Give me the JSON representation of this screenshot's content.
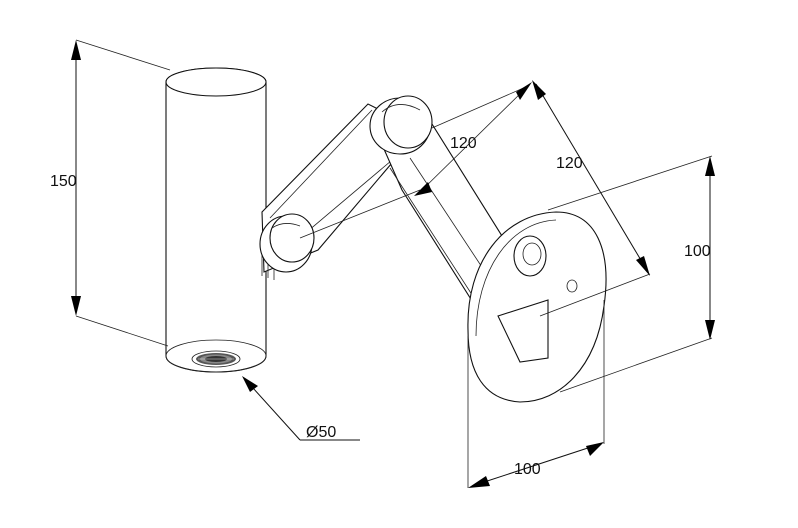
{
  "drawing": {
    "dimensions": {
      "height_label": "150",
      "diameter_label": "Ø50",
      "arm1_label": "120",
      "arm2_label": "120",
      "plate_height_label": "100",
      "plate_width_label": "100"
    }
  }
}
